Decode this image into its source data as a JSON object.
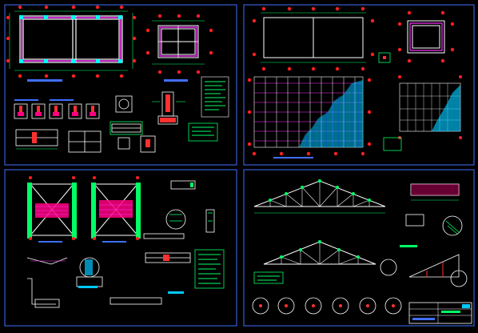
{
  "colors": {
    "background": "#000000",
    "sheet_border": "#3f6fff",
    "wall": "#ffffff",
    "dimension": "#00ff66",
    "column": "#ff3030",
    "grid_bubble": "#ff2020",
    "highlight_magenta": "#ff33ff",
    "water_fill": "#00c8ff",
    "pink_fill": "#ff0080",
    "roof_truss": "#ffffff",
    "label_box": "#00ff66"
  },
  "sheets": [
    {
      "id": "sheet-1",
      "content": "foundation-plan-and-details"
    },
    {
      "id": "sheet-2",
      "content": "roof-framing-plan"
    },
    {
      "id": "sheet-3",
      "content": "wall-sections-and-details"
    },
    {
      "id": "sheet-4",
      "content": "roof-truss-elevations"
    }
  ],
  "title_block": {
    "present": true
  }
}
